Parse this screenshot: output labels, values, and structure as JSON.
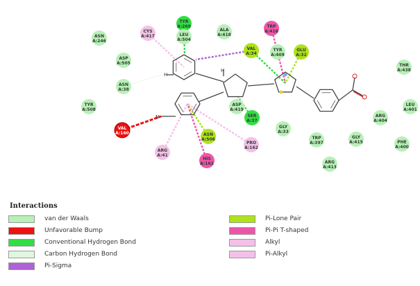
{
  "colors": {
    "van_der_waals": "#b8f0b8",
    "unfavorable_bump": "#ee1111",
    "conventional_hbond": "#33dd44",
    "carbon_hbond": "#dff7df",
    "pi_sigma": "#b060d8",
    "pi_lone_pair": "#aee21a",
    "pi_pi_tshaped": "#ee55aa",
    "alkyl": "#f4c0e8",
    "pi_alkyl": "#f4c0e8"
  },
  "residues": [
    {
      "id": "asn246",
      "line1": "ASN",
      "line2": "A:246",
      "type": "van_der_waals"
    },
    {
      "id": "asp505",
      "line1": "ASP",
      "line2": "A:505",
      "type": "van_der_waals"
    },
    {
      "id": "asn38",
      "line1": "ASN",
      "line2": "A:38",
      "type": "van_der_waals"
    },
    {
      "id": "tyr508",
      "line1": "TYR",
      "line2": "A:508",
      "type": "van_der_waals"
    },
    {
      "id": "cys417",
      "line1": "CYS",
      "line2": "A:417",
      "type": "alkyl"
    },
    {
      "id": "tyr269",
      "line1": "TYR",
      "line2": "A:269",
      "type": "conventional_hbond"
    },
    {
      "id": "leu504",
      "line1": "LEU",
      "line2": "A:504",
      "type": "van_der_waals"
    },
    {
      "id": "ala418",
      "line1": "ALA",
      "line2": "A:418",
      "type": "van_der_waals"
    },
    {
      "id": "trp416",
      "line1": "TRP",
      "line2": "A:416",
      "type": "pi_pi_tshaped"
    },
    {
      "id": "val34",
      "line1": "VAL",
      "line2": "A:34",
      "type": "pi_lone_pair"
    },
    {
      "id": "tyr409",
      "line1": "TYR",
      "line2": "A:409",
      "type": "van_der_waals"
    },
    {
      "id": "glu32",
      "line1": "GLU",
      "line2": "A:32",
      "type": "pi_lone_pair"
    },
    {
      "id": "thr438",
      "line1": "THR",
      "line2": "A:438",
      "type": "van_der_waals"
    },
    {
      "id": "leu401",
      "line1": "LEU",
      "line2": "A:401",
      "type": "van_der_waals"
    },
    {
      "id": "arg404",
      "line1": "ARG",
      "line2": "A:404",
      "type": "van_der_waals"
    },
    {
      "id": "asp419",
      "line1": "ASP",
      "line2": "A:419",
      "type": "van_der_waals"
    },
    {
      "id": "ser37",
      "line1": "SER",
      "line2": "A:37",
      "type": "conventional_hbond"
    },
    {
      "id": "gly33",
      "line1": "GLY",
      "line2": "A:33",
      "type": "van_der_waals"
    },
    {
      "id": "trp397",
      "line1": "TRP",
      "line2": "A:397",
      "type": "van_der_waals"
    },
    {
      "id": "gly415",
      "line1": "GLY",
      "line2": "A:415",
      "type": "van_der_waals"
    },
    {
      "id": "phe400",
      "line1": "PHE",
      "line2": "A:400",
      "type": "van_der_waals"
    },
    {
      "id": "arg413",
      "line1": "ARG",
      "line2": "A:413",
      "type": "van_der_waals"
    },
    {
      "id": "val160",
      "line1": "VAL",
      "line2": "A:160",
      "type": "unfavorable_bump"
    },
    {
      "id": "asn506",
      "line1": "ASN",
      "line2": "A:506",
      "type": "pi_lone_pair"
    },
    {
      "id": "pro162",
      "line1": "PRO",
      "line2": "A:162",
      "type": "alkyl"
    },
    {
      "id": "arg41",
      "line1": "ARG",
      "line2": "A:41",
      "type": "alkyl"
    },
    {
      "id": "his161",
      "line1": "HIS",
      "line2": "A:161",
      "type": "pi_pi_tshaped"
    }
  ],
  "atom_labels": {
    "h1": "H",
    "h2": "H",
    "n1": "N"
  },
  "legend": {
    "title": "Interactions",
    "items": [
      {
        "label": "van der Waals",
        "type": "van_der_waals"
      },
      {
        "label": "Unfavorable Bump",
        "type": "unfavorable_bump"
      },
      {
        "label": "Conventional Hydrogen Bond",
        "type": "conventional_hbond"
      },
      {
        "label": "Carbon Hydrogen Bond",
        "type": "carbon_hbond"
      },
      {
        "label": "Pi-Sigma",
        "type": "pi_sigma"
      },
      {
        "label": "Pi-Lone Pair",
        "type": "pi_lone_pair"
      },
      {
        "label": "Pi-Pi T-shaped",
        "type": "pi_pi_tshaped"
      },
      {
        "label": "Alkyl",
        "type": "alkyl"
      },
      {
        "label": "Pi-Alkyl",
        "type": "pi_alkyl"
      }
    ]
  }
}
